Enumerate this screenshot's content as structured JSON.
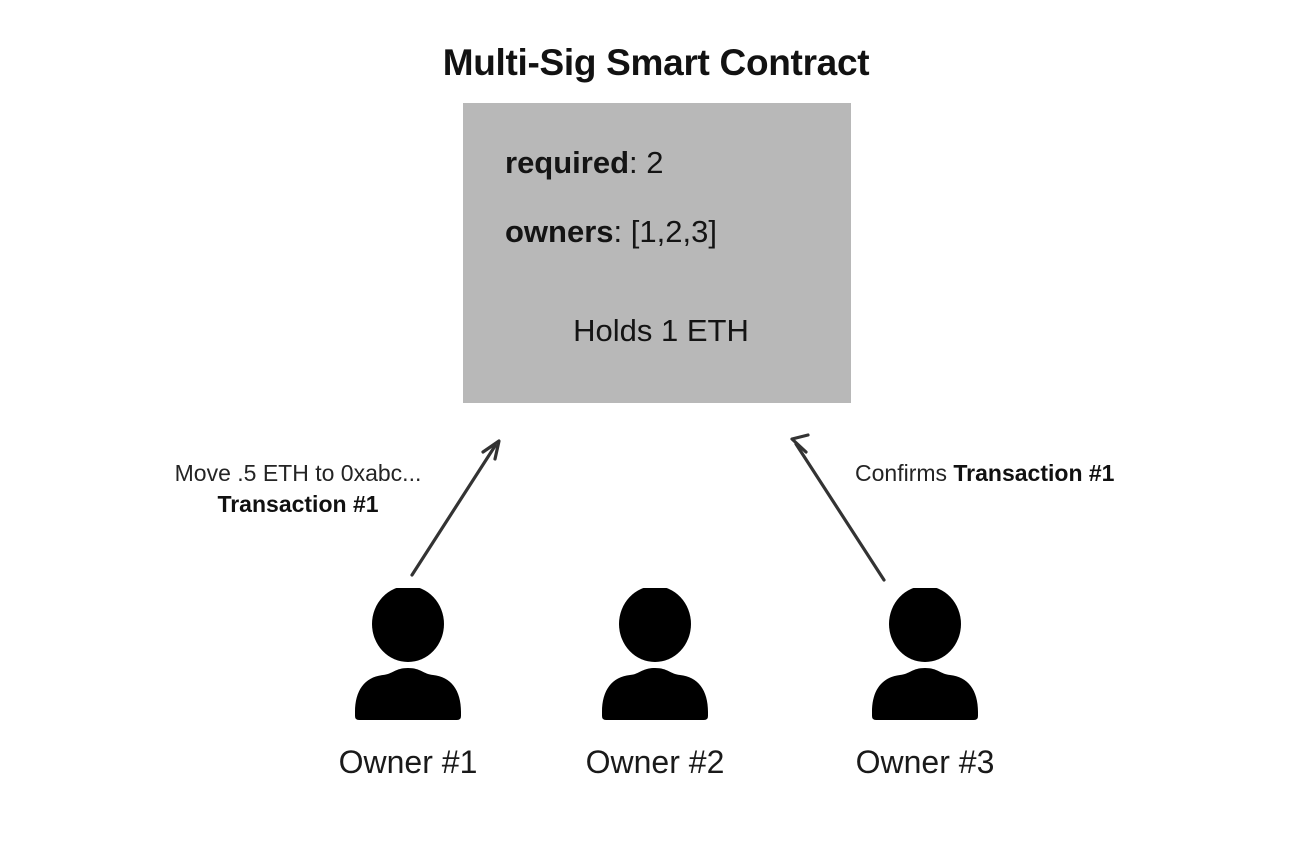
{
  "title": "Multi-Sig Smart Contract",
  "contract": {
    "required_key": "required",
    "required_value": ": 2",
    "owners_key": "owners",
    "owners_value": ": [1,2,3]",
    "holds": "Holds 1 ETH",
    "box_color": "#b8b8b8"
  },
  "annotations": {
    "propose_line1": "Move .5 ETH to 0xabc...",
    "propose_line2": "Transaction #1",
    "confirm_prefix": "Confirms ",
    "confirm_strong": "Transaction #1"
  },
  "owners": [
    {
      "label": "Owner #1",
      "icon": "person-icon"
    },
    {
      "label": "Owner #2",
      "icon": "person-icon"
    },
    {
      "label": "Owner #3",
      "icon": "person-icon"
    }
  ],
  "arrows": [
    {
      "name": "propose-arrow",
      "from": "Owner #1",
      "to": "Multi-Sig Smart Contract"
    },
    {
      "name": "confirm-arrow",
      "from": "Owner #3",
      "to": "Multi-Sig Smart Contract"
    }
  ],
  "colors": {
    "background": "#ffffff",
    "text": "#111111",
    "arrow": "#333333"
  }
}
